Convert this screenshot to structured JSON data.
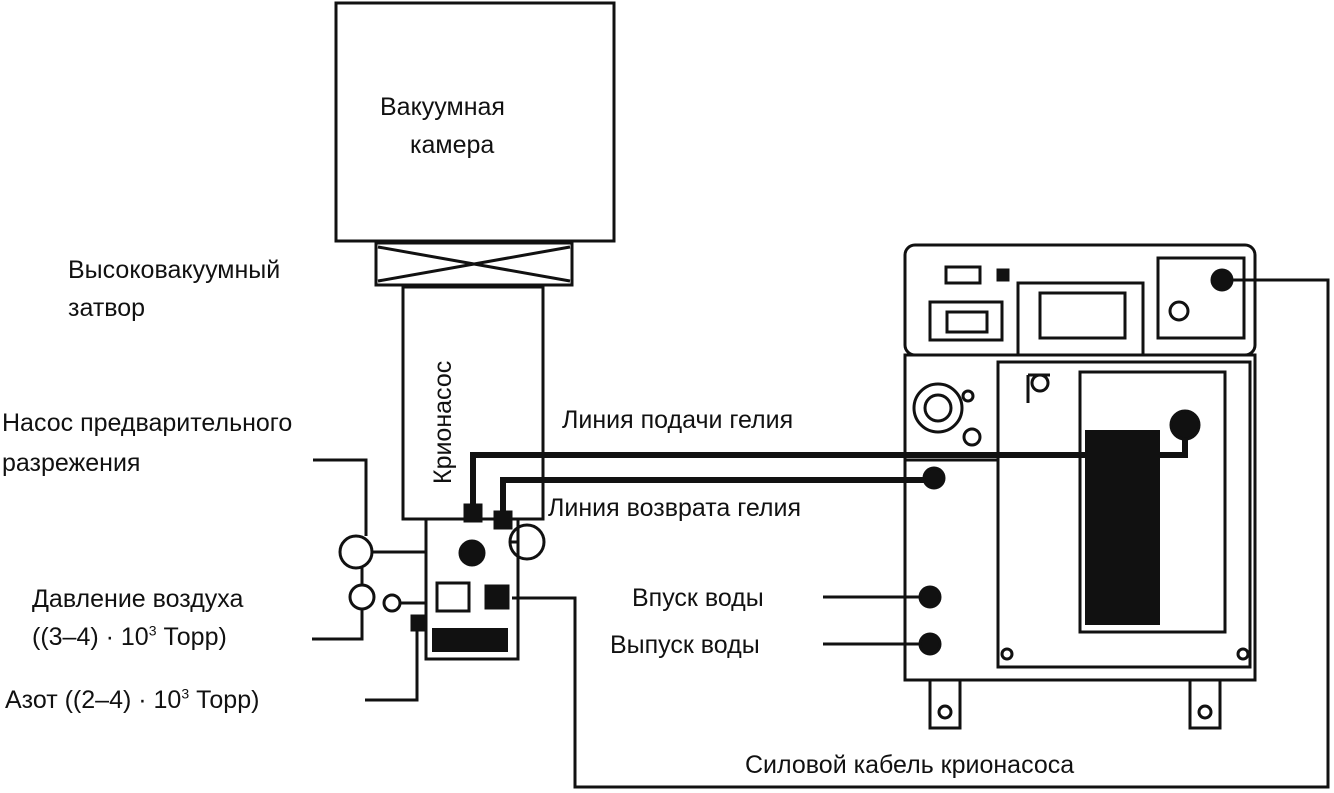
{
  "labels": {
    "chamber_line1": "Вакуумная",
    "chamber_line2": "камера",
    "gate_valve_line1": "Высоковакуумный",
    "gate_valve_line2": "затвор",
    "cryopump": "Крионасос",
    "roughing_pump_line1": "Насос предварительного",
    "roughing_pump_line2": "разрежения",
    "helium_supply": "Линия подачи гелия",
    "helium_return": "Линия возврата гелия",
    "air_pressure_line1": "Давление воздуха",
    "air_pressure_line2_a": "((3–4) · 10",
    "air_pressure_exp": "3",
    "air_pressure_line2_b": " Торр)",
    "nitrogen_a": "Азот ((2–4) · 10",
    "nitrogen_exp": "3",
    "nitrogen_b": " Торр)",
    "water_in": "Впуск воды",
    "water_out": "Выпуск воды",
    "power_cable": "Силовой кабель крионасоса"
  },
  "colors": {
    "ink": "#111111",
    "background": "#ffffff"
  }
}
